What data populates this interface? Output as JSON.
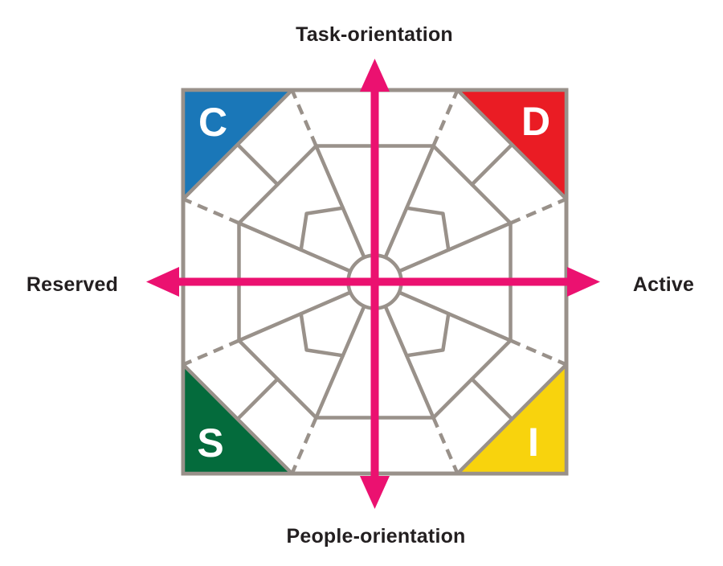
{
  "title": "DISC model diagram",
  "axes": {
    "top_label": "Task-orientation",
    "bottom_label": "People-orientation",
    "left_label": "Reserved",
    "right_label": "Active"
  },
  "quadrants": {
    "top_left": {
      "letter": "C",
      "color": "#1A77B8",
      "position": "top-left"
    },
    "top_right": {
      "letter": "D",
      "color": "#EA1C24",
      "position": "top-right"
    },
    "bottom_left": {
      "letter": "S",
      "color": "#046B3C",
      "position": "bottom-left"
    },
    "bottom_right": {
      "letter": "I",
      "color": "#F8D30D",
      "position": "bottom-right"
    }
  },
  "colors": {
    "blue": "#1A77B8",
    "red": "#EA1C24",
    "green": "#046B3C",
    "yellow": "#F8D30D",
    "axis_pink": "#EB1170",
    "web_line": "#99918A",
    "label_text": "#231F20",
    "background": "#FFFFFF"
  }
}
